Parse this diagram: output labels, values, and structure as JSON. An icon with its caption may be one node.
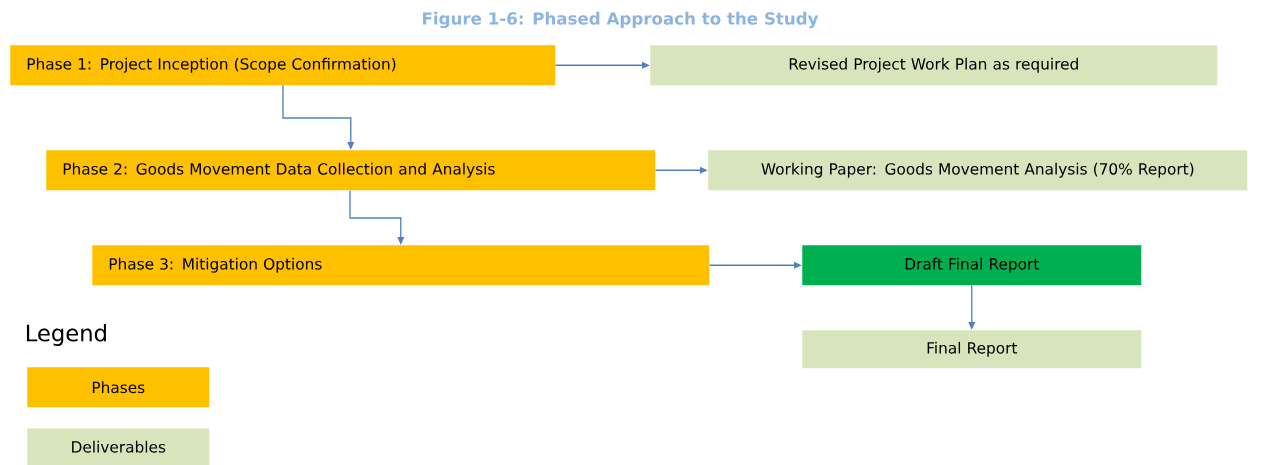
{
  "diagram": {
    "title": "Figure 1-6: Phased Approach to the Study",
    "nodes": [
      {
        "text": [
          "Phase 1: Project Inception (Scope Confirmation)"
        ]
      },
      {
        "text": [
          "Revised Project Work Plan as required"
        ]
      },
      {
        "text": [
          "Phase 2: Goods Movement Data Collection and Analysis"
        ]
      },
      {
        "text": [
          "Working Paper: Goods Movement Analysis (70% Report)"
        ]
      },
      {
        "text": [
          "Phase 3: Mitigation Options"
        ]
      },
      {
        "text": [
          "Draft Final Report"
        ]
      },
      {
        "text": [
          "Final Report"
        ]
      }
    ],
    "edges": [
      {
        "from": 0,
        "to": 1,
        "arrow": "to"
      },
      {
        "from": 0,
        "to": 2,
        "arrow": "to"
      },
      {
        "from": 2,
        "to": 3,
        "arrow": "to"
      },
      {
        "from": 2,
        "to": 4,
        "arrow": "to"
      },
      {
        "from": 4,
        "to": 5,
        "arrow": "to"
      },
      {
        "from": 5,
        "to": 6,
        "arrow": "to"
      }
    ],
    "labels": [
      "Legend"
    ],
    "legend": [
      {
        "text": "Phases",
        "color": "#ffc000"
      },
      {
        "text": "Deliverables",
        "color": "#d8e4bc"
      }
    ]
  }
}
